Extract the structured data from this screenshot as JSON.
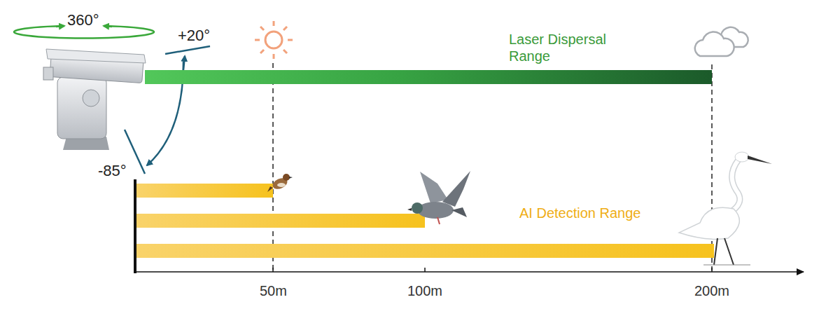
{
  "diagram": {
    "nodes": [
      {
        "text": [
          "Laser Dispersal Range"
        ]
      }
    ],
    "labels": [
      "360°",
      "+20°",
      "-85°",
      "AI Detection Range",
      "50m",
      "100m",
      "200m"
    ]
  }
}
